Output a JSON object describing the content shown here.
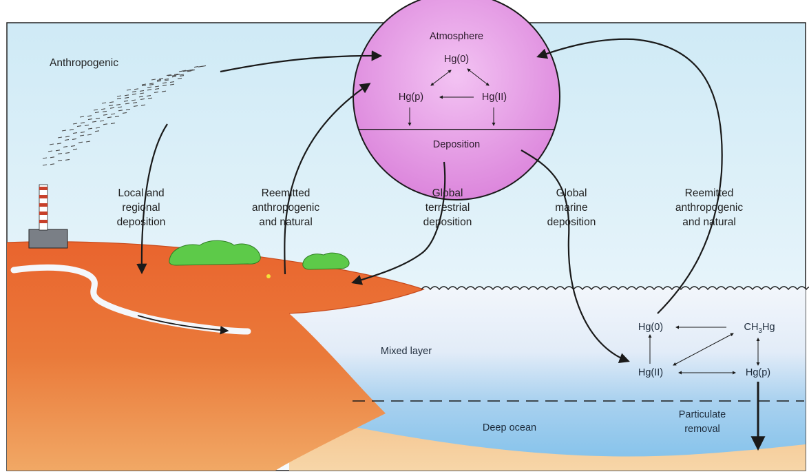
{
  "atmosphere": {
    "title": "Atmosphere",
    "hg0": "Hg(0)",
    "hgp": "Hg(p)",
    "hgii": "Hg(II)",
    "deposition": "Deposition"
  },
  "labels": {
    "anthropogenic": "Anthropogenic",
    "local_regional": [
      "Local and",
      "regional",
      "deposition"
    ],
    "reemitted_left": [
      "Reemitted",
      "anthropogenic",
      "and natural"
    ],
    "global_terrestrial": [
      "Global",
      "terrestrial",
      "deposition"
    ],
    "global_marine": [
      "Global",
      "marine",
      "deposition"
    ],
    "reemitted_right": [
      "Reemitted",
      "anthropogenic",
      "and natural"
    ],
    "mixed_layer": "Mixed layer",
    "deep_ocean": "Deep ocean",
    "particulate_removal": [
      "Particulate",
      "removal"
    ]
  },
  "ocean": {
    "hg0": "Hg(0)",
    "ch3hg_main": "CH",
    "ch3hg_sub": "3",
    "ch3hg_tail": "Hg",
    "hgii": "Hg(II)",
    "hgp": "Hg(p)"
  },
  "colors": {
    "sky_top": "#d4eef8",
    "sky_bottom": "#f4fbfd",
    "atmosphere_fill": "#e8a2e8",
    "atmosphere_outline": "#1a1a1a",
    "land": "#e8632f",
    "land_dark": "#d8551f",
    "river": "#f2f6fa",
    "bush": "#5ec84a",
    "mixed_layer": "#eef3fa",
    "deep_ocean": "#8ec6ea",
    "seafloor": "#f0b27a"
  }
}
